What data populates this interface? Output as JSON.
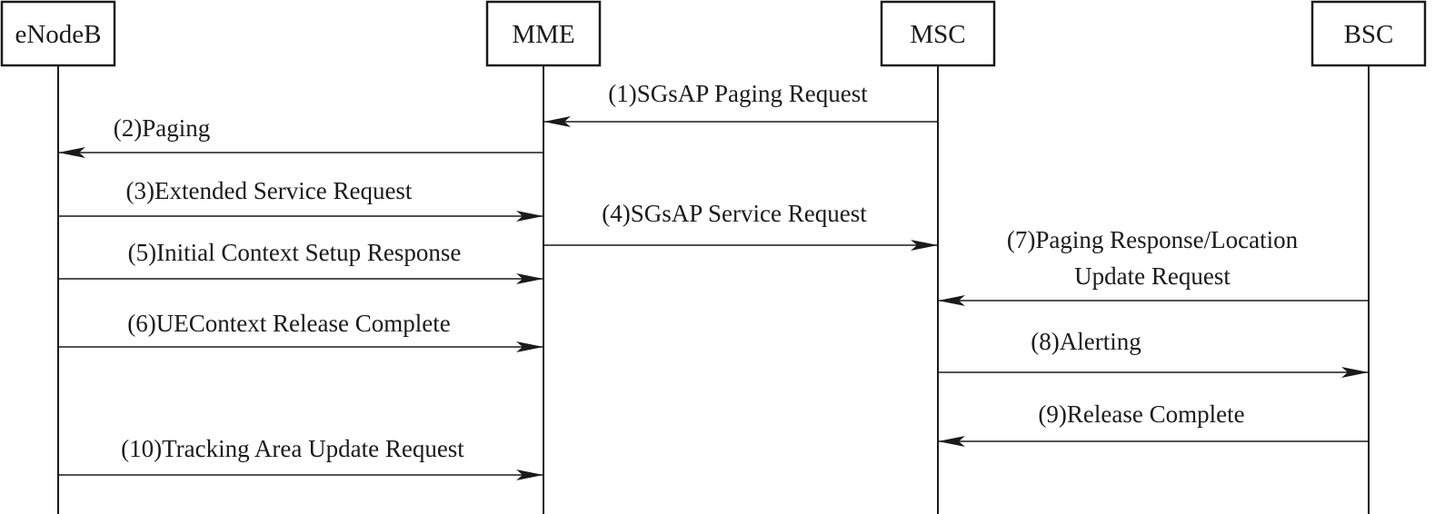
{
  "diagram": {
    "type": "sequence",
    "entities": [
      {
        "id": "enb",
        "label": "eNodeB"
      },
      {
        "id": "mme",
        "label": "MME"
      },
      {
        "id": "msc",
        "label": "MSC"
      },
      {
        "id": "bsc",
        "label": "BSC"
      }
    ],
    "messages": [
      {
        "label": "(1)SGsAP Paging Request",
        "from": "msc",
        "to": "mme"
      },
      {
        "label": "(2)Paging",
        "from": "mme",
        "to": "enb"
      },
      {
        "label": "(3)Extended Service Request",
        "from": "enb",
        "to": "mme"
      },
      {
        "label": "(4)SGsAP Service Request",
        "from": "mme",
        "to": "msc"
      },
      {
        "label": "(5)Initial Context Setup Response",
        "from": "enb",
        "to": "mme"
      },
      {
        "label": "(6)UEContext Release Complete",
        "from": "enb",
        "to": "mme"
      },
      {
        "label": [
          "(7)Paging Response/Location",
          "Update Request"
        ],
        "from": "bsc",
        "to": "msc"
      },
      {
        "label": "(8)Alerting",
        "from": "msc",
        "to": "bsc"
      },
      {
        "label": "(9)Release Complete",
        "from": "bsc",
        "to": "msc"
      },
      {
        "label": "(10)Tracking Area Update Request",
        "from": "enb",
        "to": "mme"
      }
    ]
  }
}
